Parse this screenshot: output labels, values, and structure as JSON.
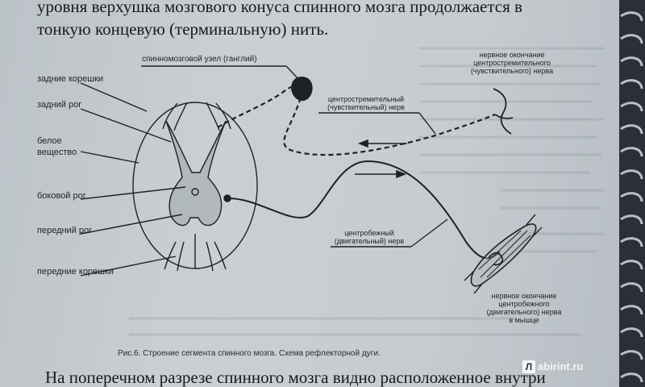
{
  "text": {
    "top_line1": "уровня верхушка мозгового конуса спинного мозга продолжается в",
    "top_line2": "тонкую концевую (терминальную) нить.",
    "bottom_line": "На поперечном разрезе спинного мозга видно расположенное внутри"
  },
  "figure": {
    "caption": "Рис.6. Строение сегмента спинного мозга. Схема рефлекторной дуги.",
    "labels": {
      "posterior_roots": "задние корешки",
      "posterior_horn": "задний рог",
      "white_matter_1": "белое",
      "white_matter_2": "вещество",
      "lateral_horn": "боковой рог",
      "anterior_horn": "передний рог",
      "anterior_roots": "передние корешки",
      "ganglion": "спинномозговой узел (ганглий)",
      "afferent_ending_1": "нервное окончание",
      "afferent_ending_2": "центростремительного",
      "afferent_ending_3": "(чувствительного) нерва",
      "afferent_nerve_1": "центростремительный",
      "afferent_nerve_2": "(чувствительный) нерв",
      "efferent_nerve_1": "центробежный",
      "efferent_nerve_2": "(двигательный) нерв",
      "efferent_ending_1": "нервное окончание",
      "efferent_ending_2": "центробежного",
      "efferent_ending_3": "(двигательного) нерва",
      "efferent_ending_4": "в мышце"
    }
  },
  "watermark": {
    "logo": "Л",
    "text": "abirint.ru"
  },
  "colors": {
    "paper": "#c6ccd0",
    "ink": "#1f2224",
    "background": "#2b3036"
  }
}
